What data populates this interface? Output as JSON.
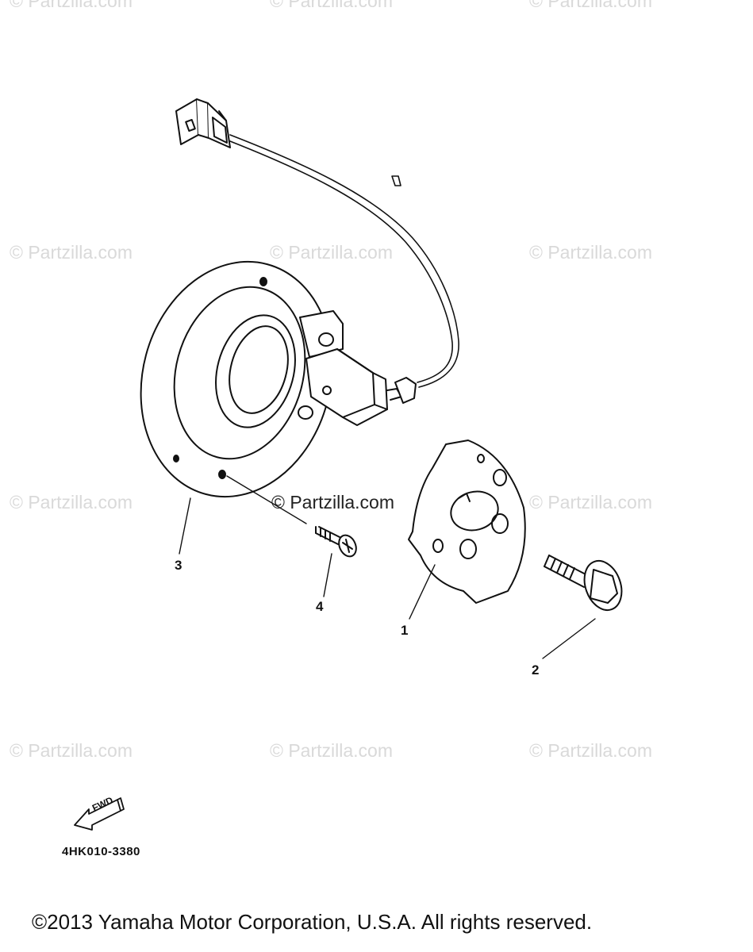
{
  "watermarks": {
    "w1": "© Partzilla.com",
    "w2": "© Partzilla.com",
    "w3": "© Partzilla.com",
    "w4": "© Partzilla.com",
    "w5": "© Partzilla.com",
    "w6": "© Partzilla.com",
    "w7": "© Partzilla.com",
    "w8": "© Partzilla.com",
    "w9": "© Partzilla.com",
    "w10": "© Partzilla.com",
    "w11": "© Partzilla.com",
    "w12": "© Partzilla.com"
  },
  "center_watermark": "© Partzilla.com",
  "callouts": {
    "c1": "1",
    "c2": "2",
    "c3": "3",
    "c4": "4"
  },
  "fwd_label": "FWD",
  "diagram_code": "4HK010-3380",
  "copyright": "©2013 Yamaha Motor Corporation, U.S.A. All rights reserved.",
  "colors": {
    "line": "#111111",
    "watermark": "#d9d9d9",
    "background": "#ffffff"
  }
}
